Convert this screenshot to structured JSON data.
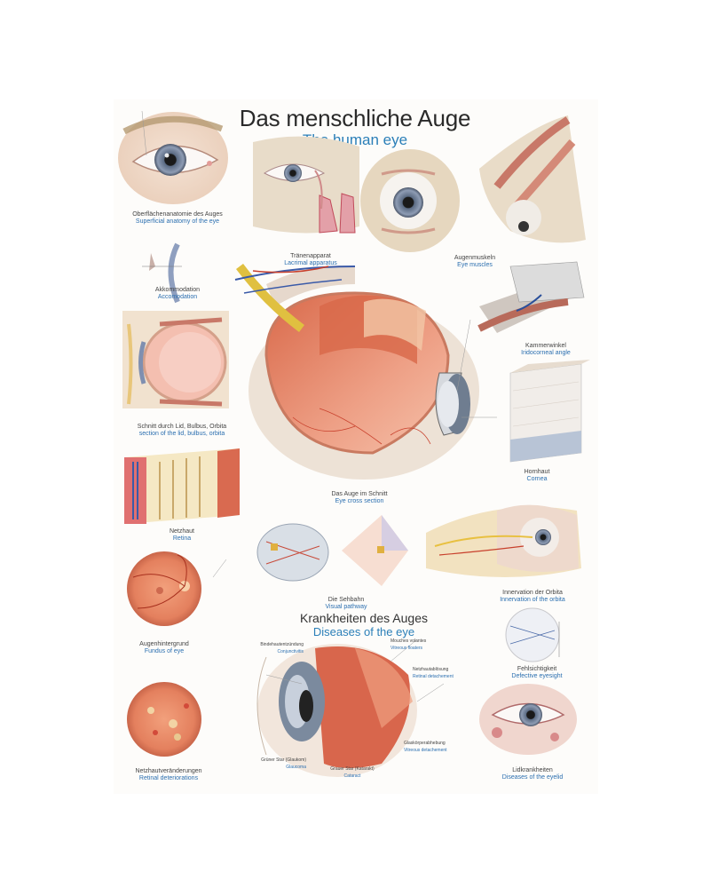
{
  "poster": {
    "title_de": "Das menschliche Auge",
    "title_en": "The human eye",
    "colors": {
      "title_de": "#2a2a2a",
      "title_en": "#2b7fb8",
      "caption_en": "#2b6fb0",
      "tissue": "#e58a6a",
      "vein": "#3a5aa8",
      "artery": "#c8402c"
    }
  },
  "panels": [
    {
      "id": "superficial",
      "de": "Oberflächenanatomie des Auges",
      "en": "Superficial anatomy of the eye"
    },
    {
      "id": "lacrimal",
      "de": "Tränenapparat",
      "en": "Lacrimal apparatus"
    },
    {
      "id": "muscles",
      "de": "Augenmuskeln",
      "en": "Eye muscles"
    },
    {
      "id": "accommodation",
      "de": "Akkommodation",
      "en": "Accomodation"
    },
    {
      "id": "angle",
      "de": "Kammerwinkel",
      "en": "Iridocorneal angle"
    },
    {
      "id": "lid_section",
      "de": "Schnitt durch Lid, Bulbus, Orbita",
      "en": "section of the lid, bulbus, orbita"
    },
    {
      "id": "cross_section",
      "de": "Das Auge im Schnitt",
      "en": "Eye cross section"
    },
    {
      "id": "cornea",
      "de": "Hornhaut",
      "en": "Cornea"
    },
    {
      "id": "retina",
      "de": "Netzhaut",
      "en": "Retina"
    },
    {
      "id": "visual_pathway",
      "de": "Die Sehbahn",
      "en": "Visual pathway"
    },
    {
      "id": "innervation",
      "de": "Innervation der Orbita",
      "en": "Innervation of the orbita"
    },
    {
      "id": "fundus",
      "de": "Augenhintergrund",
      "en": "Fundus of eye"
    },
    {
      "id": "defective",
      "de": "Fehlsichtigkeit",
      "en": "Defective eyesight"
    },
    {
      "id": "retinal_det",
      "de": "Netzhautveränderungen",
      "en": "Retinal deteriorations"
    },
    {
      "id": "eyelid",
      "de": "Lidkrankheiten",
      "en": "Diseases of the eyelid"
    }
  ],
  "diseases": {
    "heading_de": "Krankheiten des Auges",
    "heading_en": "Diseases of the eye",
    "labels": [
      {
        "de": "Bindehautentzündung",
        "en": "Conjunctivitis"
      },
      {
        "de": "Mouches volantes",
        "en": "Vitreous floaters"
      },
      {
        "de": "Netzhautablösung",
        "en": "Retinal detachement"
      },
      {
        "de": "Glaskörperabhebung",
        "en": "Vitreous detachement"
      },
      {
        "de": "Grüner Star (Glaukom)",
        "en": "Glaucoma"
      },
      {
        "de": "Grauer Star (Katarakt)",
        "en": "Cataract"
      }
    ]
  }
}
